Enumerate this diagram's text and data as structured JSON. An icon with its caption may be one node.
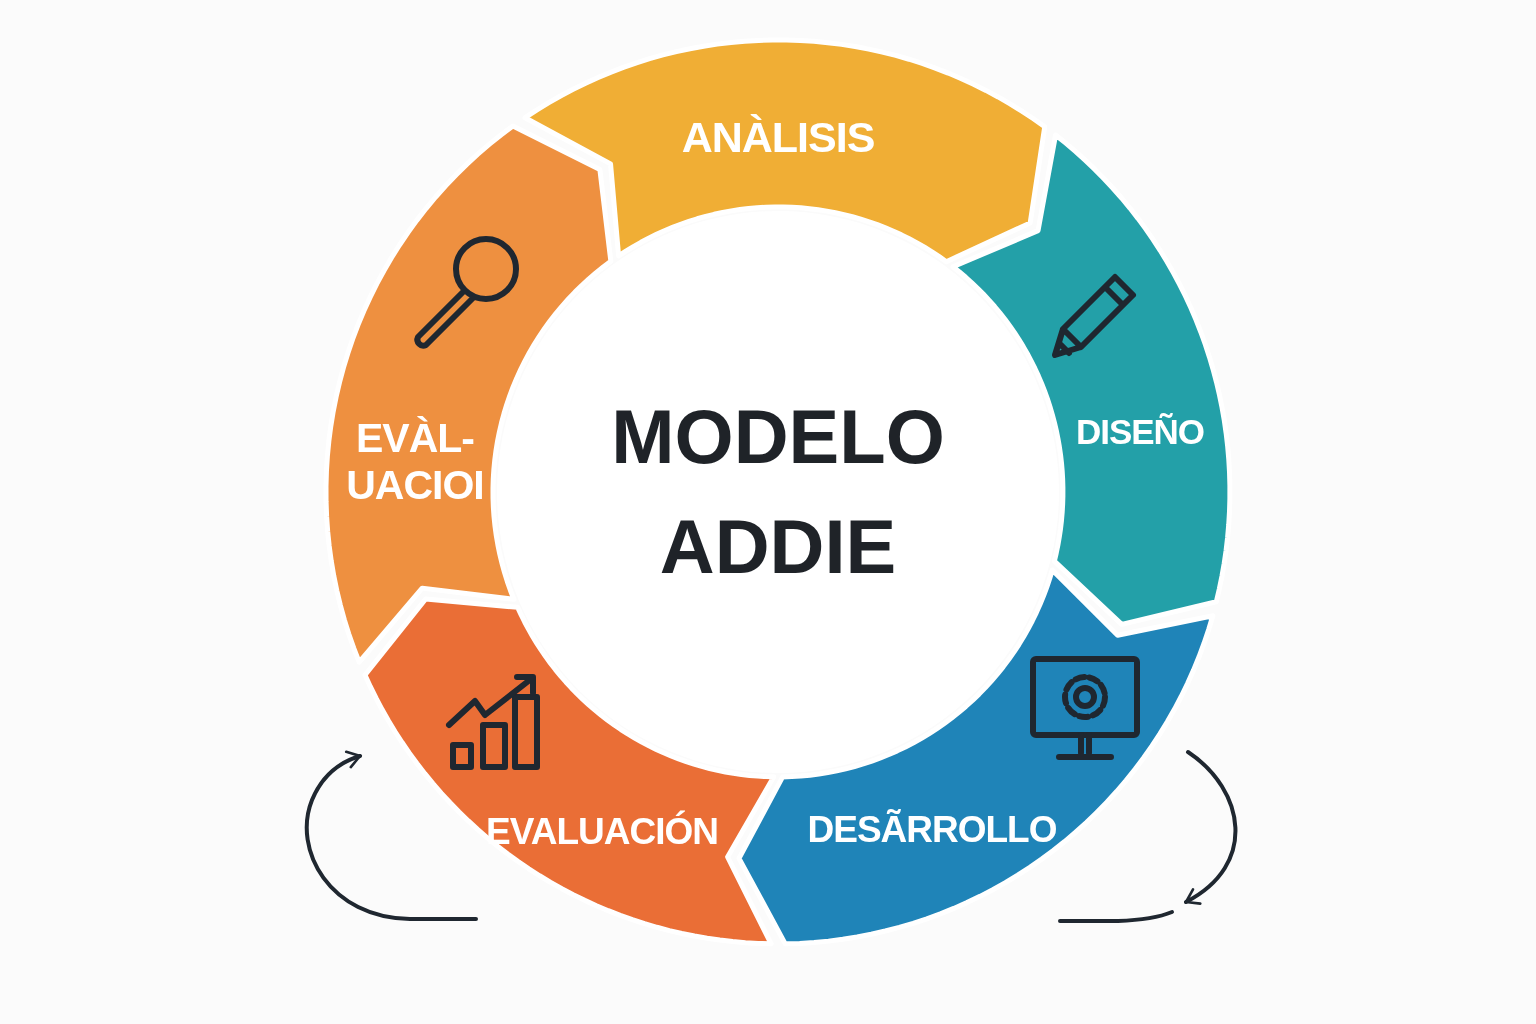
{
  "diagram": {
    "nodes": [
      {
        "text": [
          "ANÀLISIS"
        ]
      },
      {
        "text": [
          "EVÀL- UACIOI"
        ]
      },
      {
        "text": [
          "MODELO ADDIE"
        ]
      },
      {
        "text": [
          "DISEÑO"
        ]
      },
      {
        "text": [
          "EVALUACIÓN"
        ]
      },
      {
        "text": [
          "DESÃRROLLO"
        ]
      }
    ]
  }
}
